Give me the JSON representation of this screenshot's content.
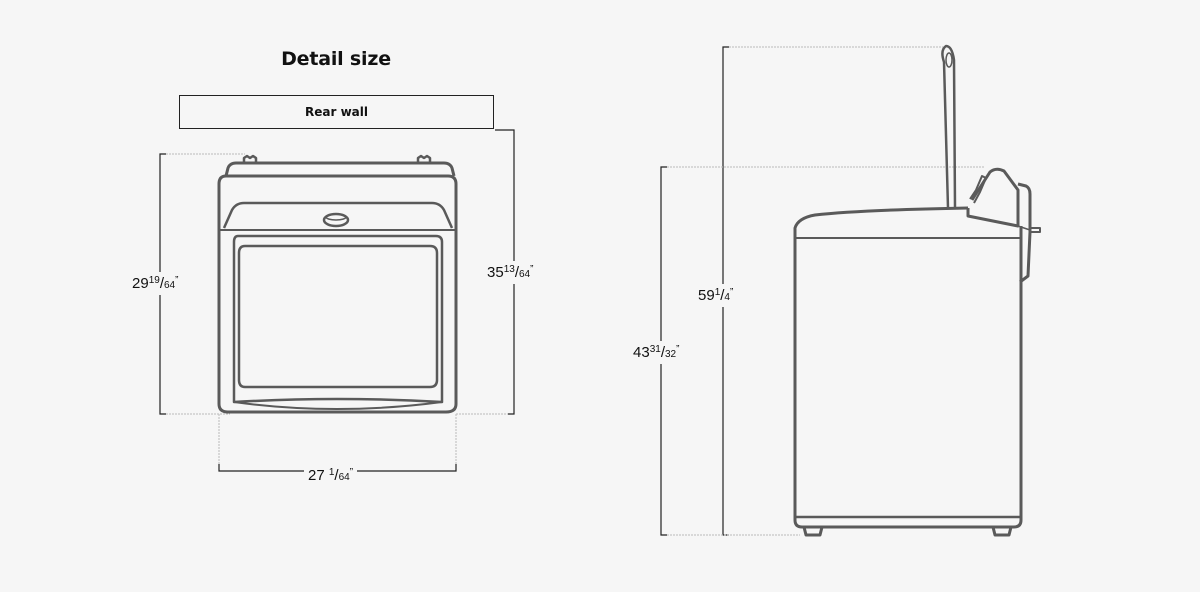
{
  "title": "Detail size",
  "rear_wall_label": "Rear wall",
  "colors": {
    "background": "#f6f6f6",
    "outline": "#5a5a5a",
    "dimension_line": "#222222",
    "guide_dotted": "#bbbbbb"
  },
  "front_view": {
    "height": {
      "whole": "29",
      "num": "19",
      "den": "64",
      "unit": "”"
    },
    "depth_to_wall": {
      "whole": "35",
      "num": "13",
      "den": "64",
      "unit": "”"
    },
    "width": {
      "whole": "27",
      "num": "1",
      "den": "64",
      "unit": "”"
    }
  },
  "side_view": {
    "height_closed": {
      "whole": "43",
      "num": "31",
      "den": "32",
      "unit": "”"
    },
    "height_lid_open": {
      "whole": "59",
      "num": "1",
      "den": "4",
      "unit": "”"
    }
  }
}
